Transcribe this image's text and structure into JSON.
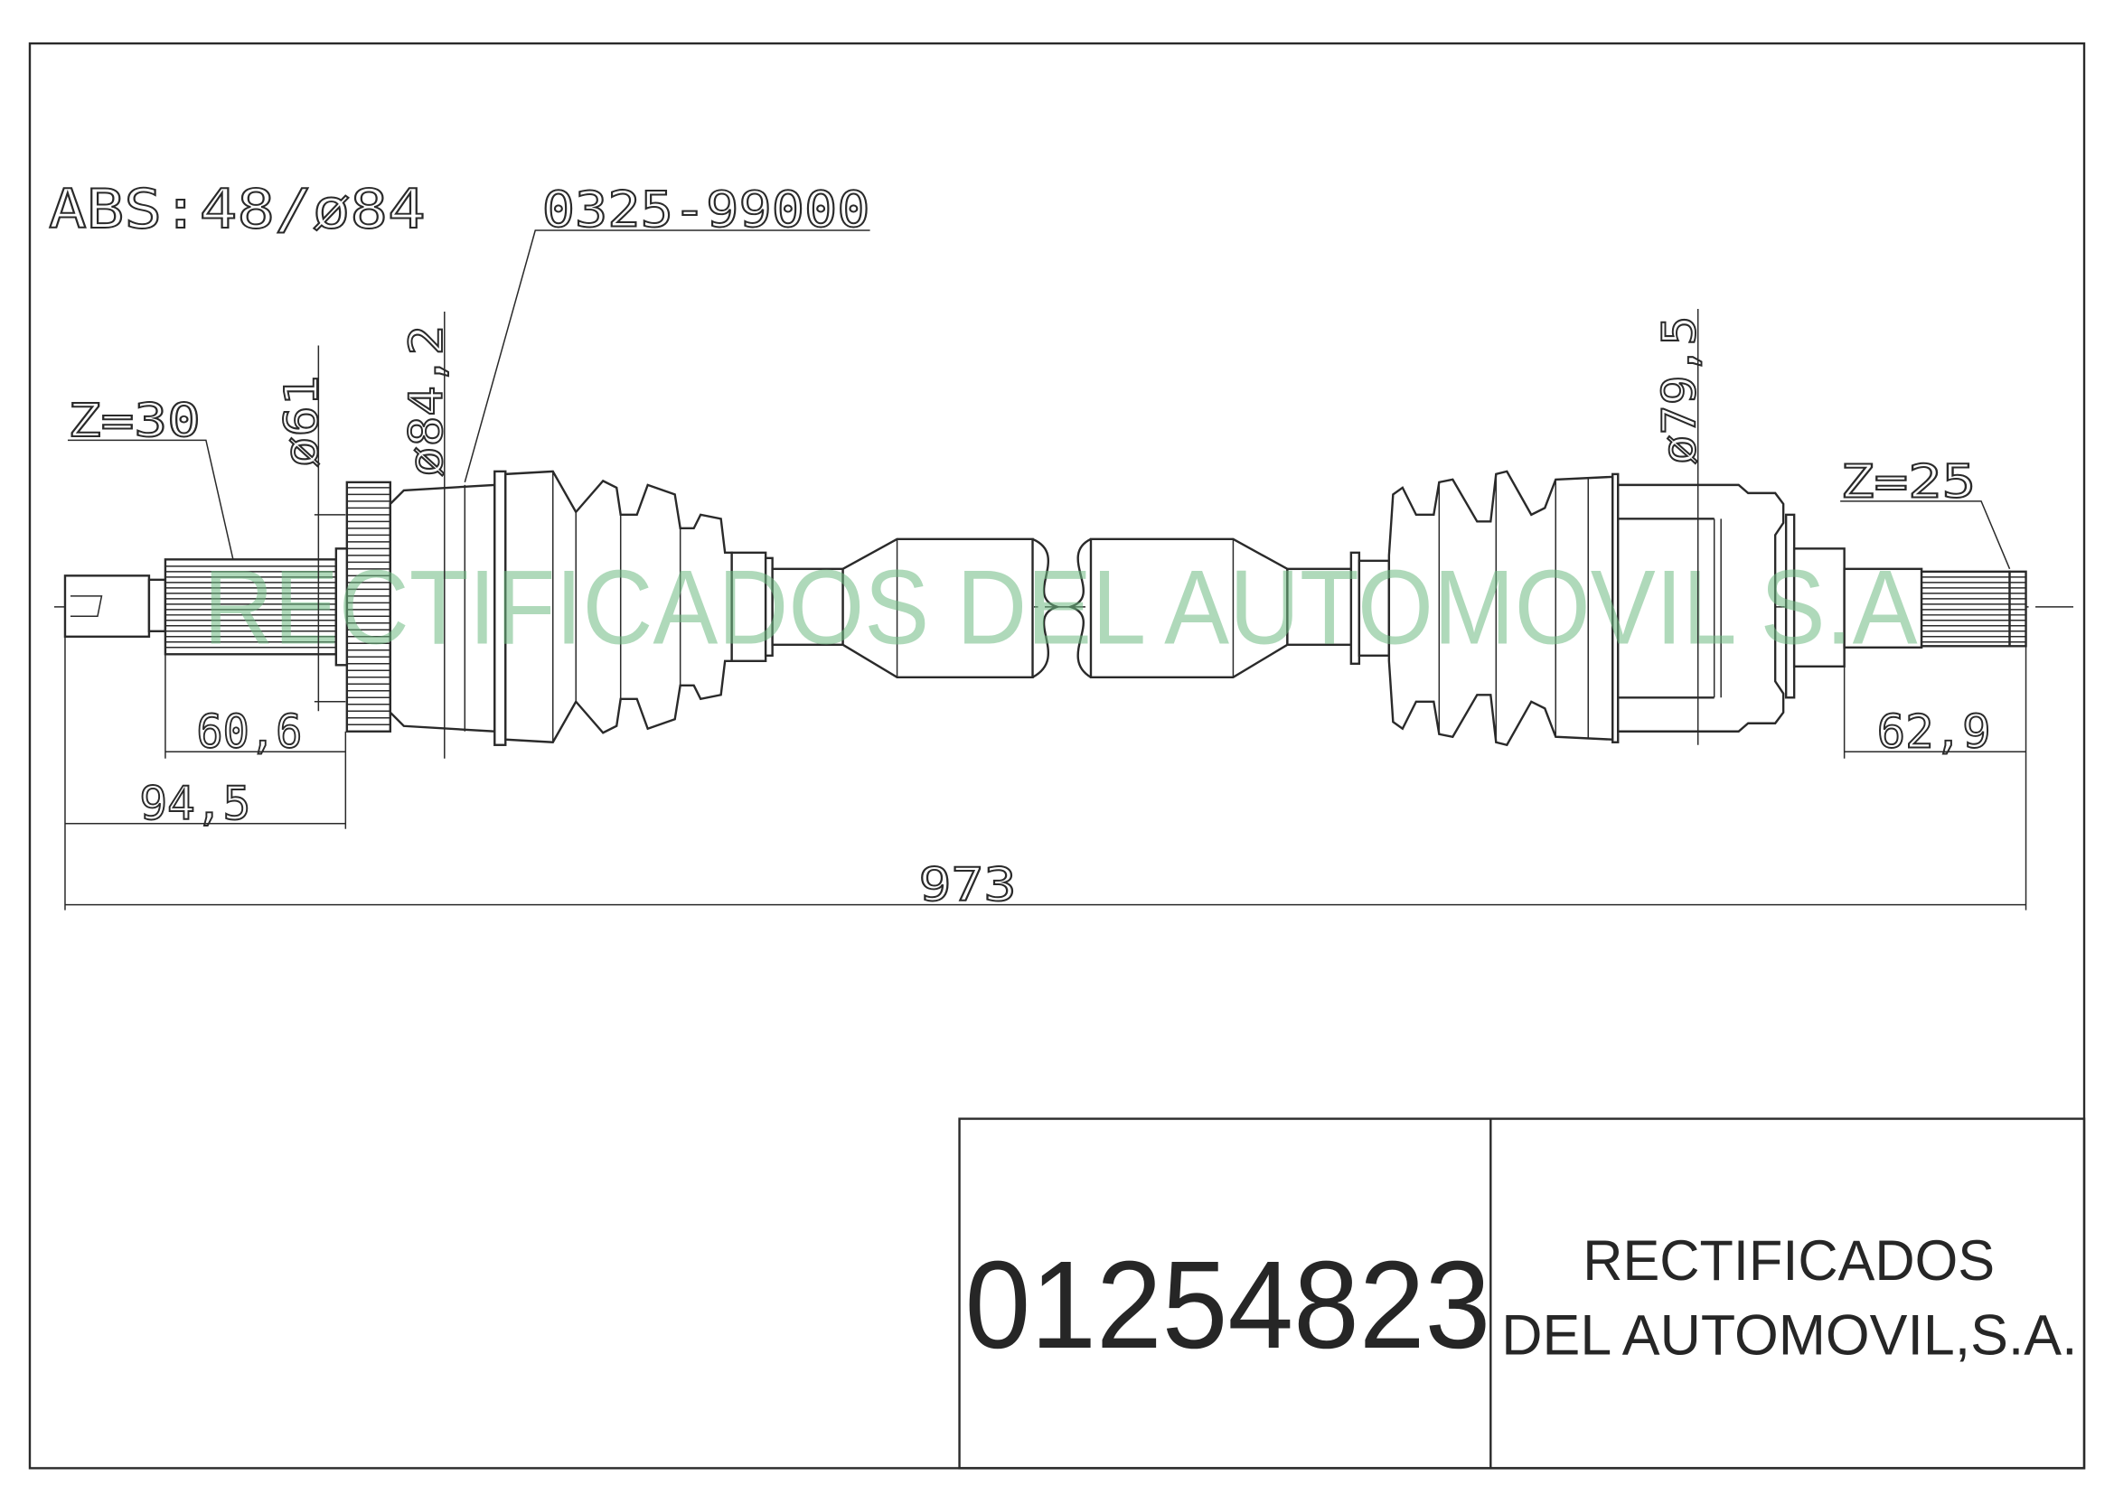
{
  "drawing": {
    "abs_note": "ABS:48/ø84",
    "part_ref": "0325-99000",
    "left_spline": "Z=30",
    "right_spline": "Z=25",
    "dia_left_small": "ø61",
    "dia_left_large": "ø84,2",
    "dia_right": "ø79,5",
    "dims": {
      "left_spline_length": "60,6",
      "left_total_stub": "94,5",
      "right_stub": "62,9",
      "overall_length": "973"
    },
    "watermark": "RECTIFICADOS DEL AUTOMOVIL S.A"
  },
  "title_block": {
    "part_number": "01254823",
    "company_line1": "RECTIFICADOS",
    "company_line2": "DEL AUTOMOVIL,S.A."
  },
  "colors": {
    "line": "#2a2a2a",
    "watermark": "#6eb982"
  }
}
